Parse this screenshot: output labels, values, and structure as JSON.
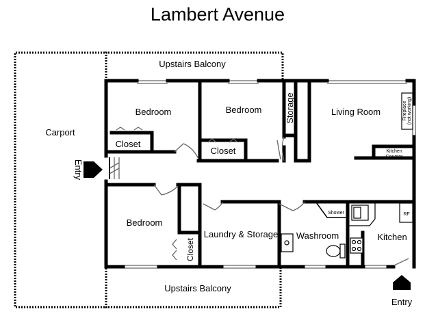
{
  "title": "Lambert Avenue",
  "labels": {
    "balcony_top": "Upstairs Balcony",
    "balcony_bottom": "Upstairs Balcony",
    "carport": "Carport",
    "entry_left": "Entry",
    "entry_right": "Entry",
    "bedroom_1": "Bedroom",
    "bedroom_2": "Bedroom",
    "bedroom_3": "Bedroom",
    "closet_1": "Closet",
    "closet_2": "Closet",
    "closet_3": "Closet",
    "storage": "Storage",
    "living_room": "Living Room",
    "fireplace": "Fireplace",
    "fireplace_note": "(not working)",
    "kitchen_counter_1": "Kitchen",
    "kitchen_counter_2": "Counter",
    "laundry": "Laundry & Storage",
    "washroom": "Washroom",
    "shower": "Shower",
    "kitchen": "Kitchen",
    "fridge": "RF"
  }
}
